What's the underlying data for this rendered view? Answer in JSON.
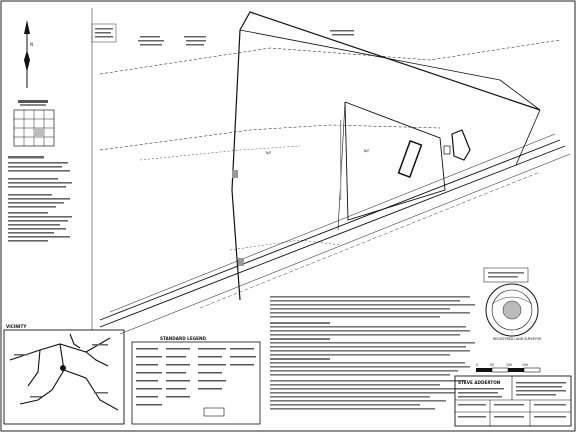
{
  "sheet": {
    "north_arrow_label": "N",
    "legend_title": "STANDARD LEGEND",
    "vicinity_title": "VICINITY",
    "surveyor_title": "STEVE ADDERTON",
    "seal_text": "REGISTERED LAND SURVEYOR",
    "parcel_labels": [
      "N/F",
      "N/F"
    ]
  },
  "scale_bar": {
    "ticks": [
      "0",
      "50",
      "100",
      "150"
    ]
  }
}
